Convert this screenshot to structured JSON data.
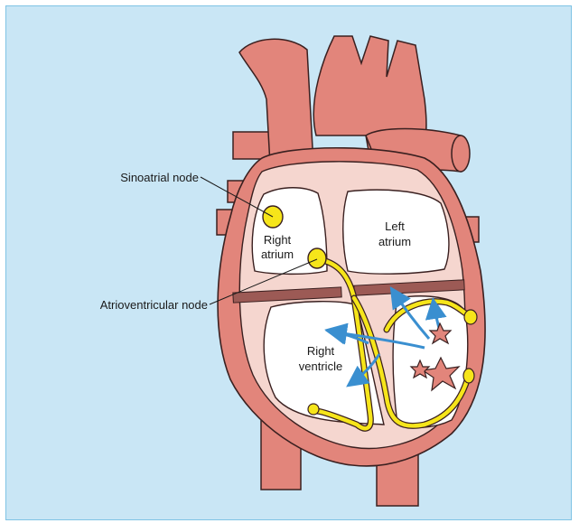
{
  "labels": {
    "sinoatrial_node": "Sinoatrial node",
    "atrioventricular_node": "Atrioventricular node",
    "right_atrium_line1": "Right",
    "right_atrium_line2": "atrium",
    "left_atrium_line1": "Left",
    "left_atrium_line2": "atrium",
    "right_ventricle_line1": "Right",
    "right_ventricle_line2": "ventricle"
  },
  "colors": {
    "background": "#c9e6f5",
    "heart_muscle": "#e2857b",
    "heart_outline": "#3a2020",
    "chamber_wall": "#f5d6cf",
    "chamber_fill": "#ffffff",
    "septum_band": "#9c5a55",
    "conduction_path": "#f6e51a",
    "arrows": "#3a8fd0",
    "stars": "#e2857b"
  }
}
